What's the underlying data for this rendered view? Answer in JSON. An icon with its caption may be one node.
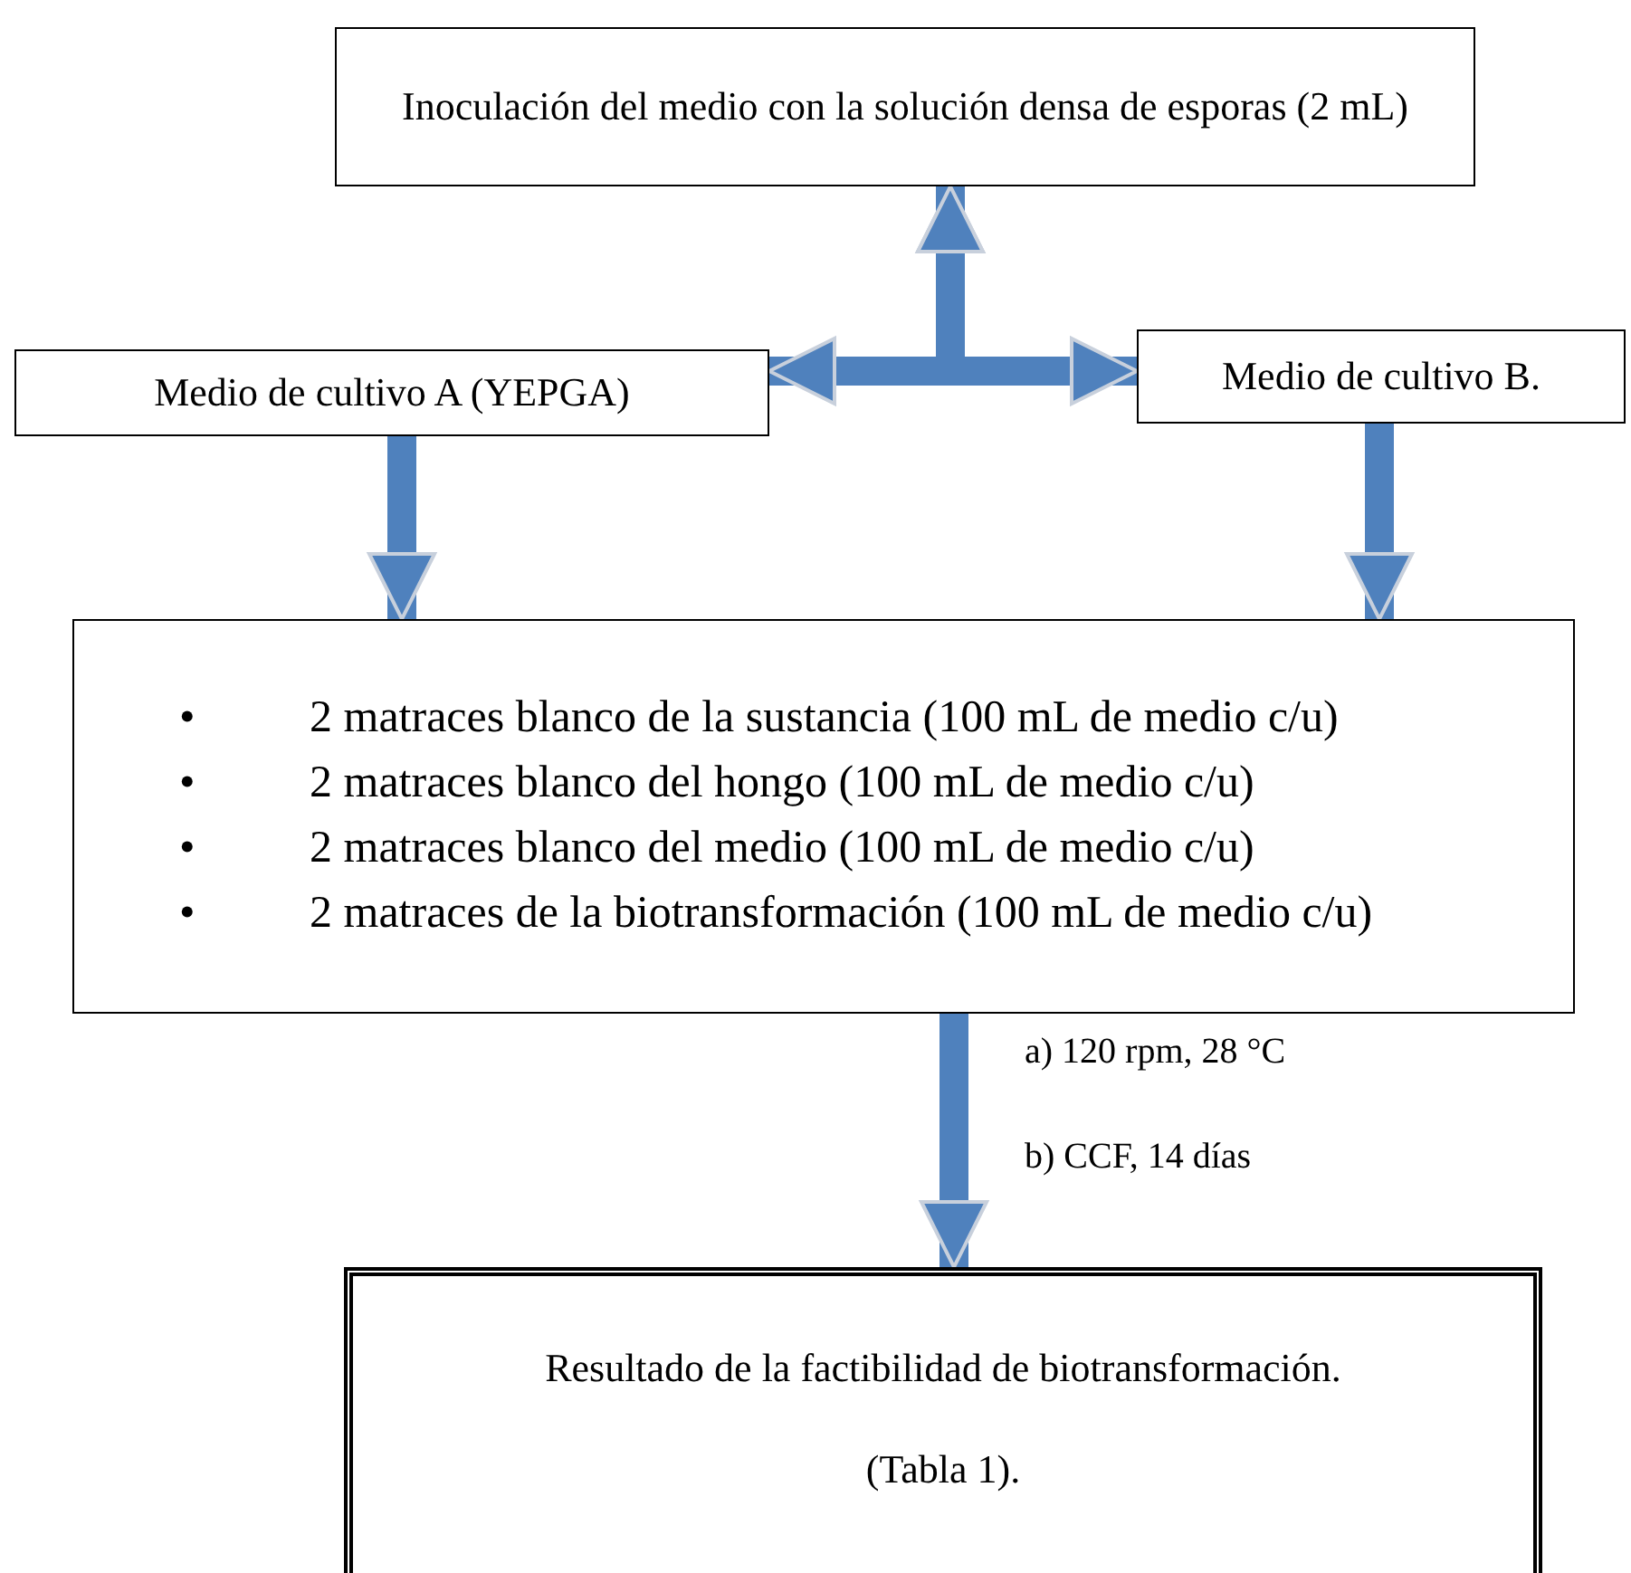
{
  "diagram": {
    "nodes": [
      {
        "text": [
          "Inoculación del medio con la solución densa de esporas (2 mL)"
        ]
      },
      {
        "text": [
          "Medio de cultivo A (YEPGA)"
        ]
      },
      {
        "text": [
          "Medio de cultivo B."
        ]
      },
      {
        "text": [
          "• 2 matraces blanco de la sustancia (100 mL de medio c/u)",
          "• 2 matraces blanco del hongo (100 mL de medio c/u)",
          "• 2 matraces blanco del medio (100 mL de medio c/u)",
          "• 2 matraces de la biotransformación (100 mL de medio c/u)"
        ]
      },
      {
        "text": [
          "Resultado de la factibilidad de biotransformación.",
          "(Tabla 1)."
        ]
      }
    ],
    "edges": [
      {
        "from": 0,
        "to": 1,
        "arrow": "both"
      },
      {
        "from": 0,
        "to": 2,
        "arrow": "both"
      },
      {
        "from": 1,
        "to": 3,
        "arrow": "to"
      },
      {
        "from": 2,
        "to": 3,
        "arrow": "to"
      },
      {
        "from": 3,
        "to": 4,
        "arrow": "to"
      }
    ],
    "labels": [
      "a) 120 rpm, 28 °C",
      "b) CCF, 14 días"
    ]
  }
}
